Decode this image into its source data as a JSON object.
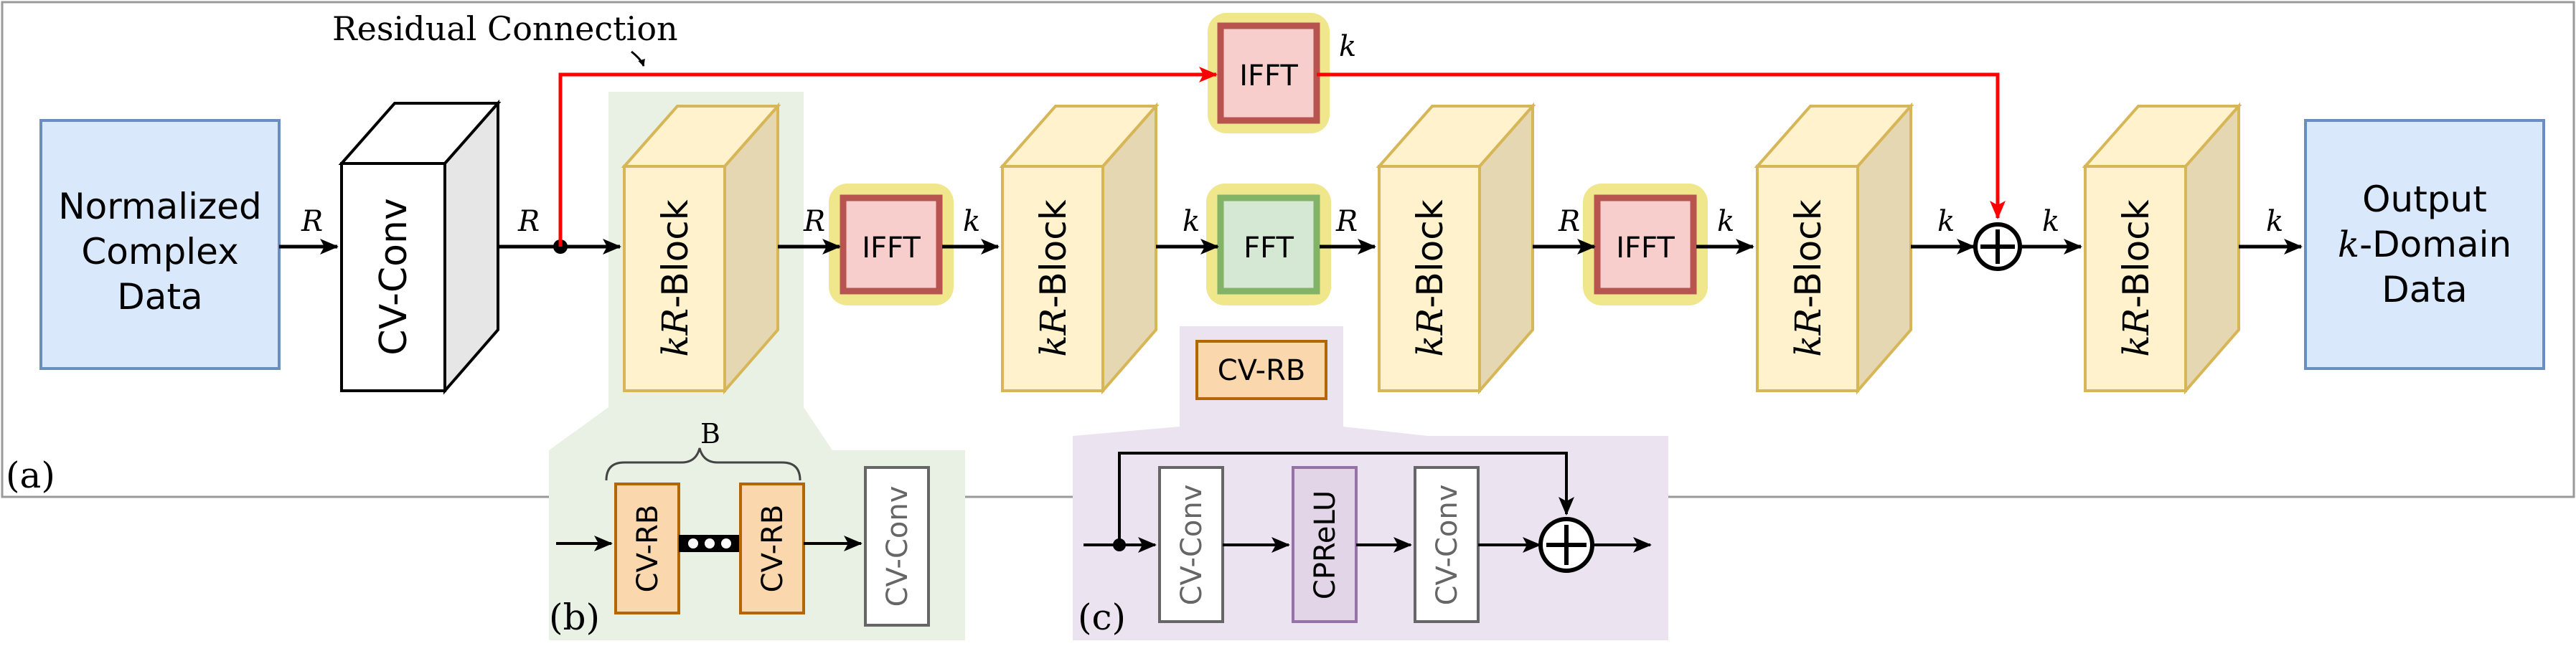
{
  "residual_label": "Residual Connection",
  "panel_labels": {
    "a": "(a)",
    "b": "(b)",
    "c": "(c)"
  },
  "nodes": {
    "input": [
      "Normalized",
      "Complex",
      "Data"
    ],
    "cv_conv_main": "CV-Conv",
    "kr_block_1": {
      "italic": "kR",
      "suffix": "-Block"
    },
    "ifft_1": "IFFT",
    "kr_block_2": {
      "italic": "kR",
      "suffix": "-Block"
    },
    "fft_1": "FFT",
    "kr_block_3": {
      "italic": "kR",
      "suffix": "-Block"
    },
    "ifft_2": "IFFT",
    "kr_block_4": {
      "italic": "kR",
      "suffix": "-Block"
    },
    "ifft_top": "IFFT",
    "kr_block_5": {
      "italic": "kR",
      "suffix": "-Block"
    },
    "output": {
      "line1": "Output",
      "line2_italic": "k",
      "line2_suffix": "-Domain",
      "line3": "Data"
    }
  },
  "edge_labels": {
    "input_out": "R",
    "conv_out": "R",
    "kr1_out": "R",
    "ifft1_out": "k",
    "kr2_out": "k",
    "fft_out": "R",
    "kr3_out": "R",
    "ifft2_out": "k",
    "kr4_out": "k",
    "sum_out": "k",
    "kr5_out": "k",
    "ifft_top_out": "k"
  },
  "panel_b": {
    "brace_label": "B",
    "rb1": "CV-RB",
    "rb2": "CV-RB",
    "conv": "CV-Conv"
  },
  "panel_c": {
    "title": "CV-RB",
    "conv1": "CV-Conv",
    "act": "CPReLU",
    "conv2": "CV-Conv"
  },
  "colors": {
    "input_box": "#dae8fc",
    "input_border": "#6c8ebf",
    "cube_fill": "#fff2cc",
    "cube_side": "#e6d7b3",
    "cube_border": "#d6b656",
    "ifft_fill": "#f8cecc",
    "ifft_border": "#b85450",
    "fft_fill": "#d5e8d4",
    "fft_border": "#82b366",
    "halo": "#f0e68c",
    "residual_line": "#ff0000",
    "panel_b_bg": "#e8f1e4",
    "panel_c_bg": "#ebe4f0",
    "rb_fill": "#fad7ac",
    "rb_border": "#b46504",
    "cprelu_fill": "#e1d5e7",
    "cprelu_border": "#9673a6"
  }
}
